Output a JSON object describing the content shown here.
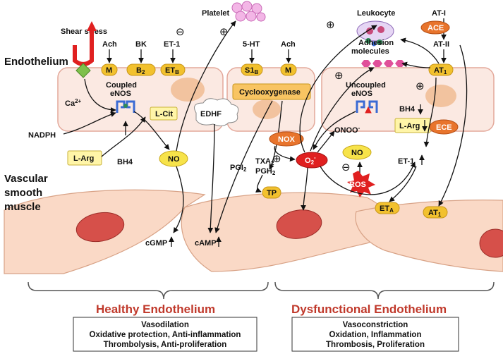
{
  "layers": {
    "endothelium": "Endothelium",
    "vsm_line1": "Vascular",
    "vsm_line2": "smooth",
    "vsm_line3": "muscle"
  },
  "top": {
    "shear_stress": "Shear stress",
    "platelet": "Platelet",
    "leukocyte": "Leukocyte",
    "adhesion1": "Adhesion",
    "adhesion2": "molecules",
    "at1_in": "AT-I",
    "at2": "AT-II"
  },
  "agonists": {
    "ach1": "Ach",
    "bk": "BK",
    "et1": "ET-1",
    "ht5": "5-HT",
    "ach2": "Ach"
  },
  "receptors": {
    "m1": "M",
    "b2": "B",
    "b2_sub": "2",
    "etb": "ET",
    "etb_sub": "B",
    "s1b": "S1",
    "s1b_sub": "B",
    "m2": "M",
    "at1": "AT",
    "at1_sub": "1",
    "tp": "TP",
    "eta": "ET",
    "eta_sub": "A",
    "at1_vsm": "AT",
    "at1_vsm_sub": "1"
  },
  "healthy": {
    "ca": "Ca",
    "ca_sup": "2+",
    "coupled1": "Coupled",
    "coupled2": "eNOS",
    "lcit": "L-Cit",
    "nadph": "NADPH",
    "larg": "L-Arg",
    "bh4": "BH4",
    "no": "NO",
    "edhf": "EDHF",
    "cox": "Cyclooxygenase",
    "pgi": "PGI",
    "pgi_sub": "2",
    "cgmp": "cGMP",
    "camp": "cAMP"
  },
  "dysfunctional": {
    "uncoupled1": "Uncoupled",
    "uncoupled2": "eNOS",
    "bh4": "BH4",
    "larg": "L-Arg",
    "nox": "NOX",
    "onoo": "ONOO",
    "onoo_sup": "-",
    "no": "NO",
    "o2": "O",
    "o2_sub": "2",
    "o2_sup": "-",
    "ros": "ROS",
    "ace": "ACE",
    "ece": "ECE",
    "et1": "ET-1",
    "txa": "TXA",
    "txa_sub": "2",
    "pgh": "PGH",
    "pgh_sub": "2"
  },
  "summary": {
    "healthy_title": "Healthy  Endothelium",
    "healthy_lines": [
      "Vasodilation",
      "Oxidative protection, Anti-inflammation",
      "Thrombolysis, Anti-proliferation"
    ],
    "dys_title": "Dysfunctional  Endothelium",
    "dys_lines": [
      "Vasoconstriction",
      "Oxidation, Inflammation",
      "Thrombosis, Proliferation"
    ]
  },
  "colors": {
    "receptor": "#f2c12e",
    "cell_fill": "#fbe9e2",
    "cell_stroke": "#e3a89a",
    "muscle_fill": "#fad9c6",
    "nucleus": "#d6504a",
    "nox": "#e8742c",
    "o2": "#e02020",
    "ros": "#e02020",
    "ace": "#e8742c",
    "box_yellow": "#fff5a8",
    "title_red": "#c0392b"
  },
  "icons": {
    "shear": "red-u-arrow-icon",
    "platelet": "platelet-cluster-icon",
    "leukocyte": "leukocyte-icon",
    "enos": "enos-dimer-icon",
    "edhf": "cloud-icon"
  }
}
